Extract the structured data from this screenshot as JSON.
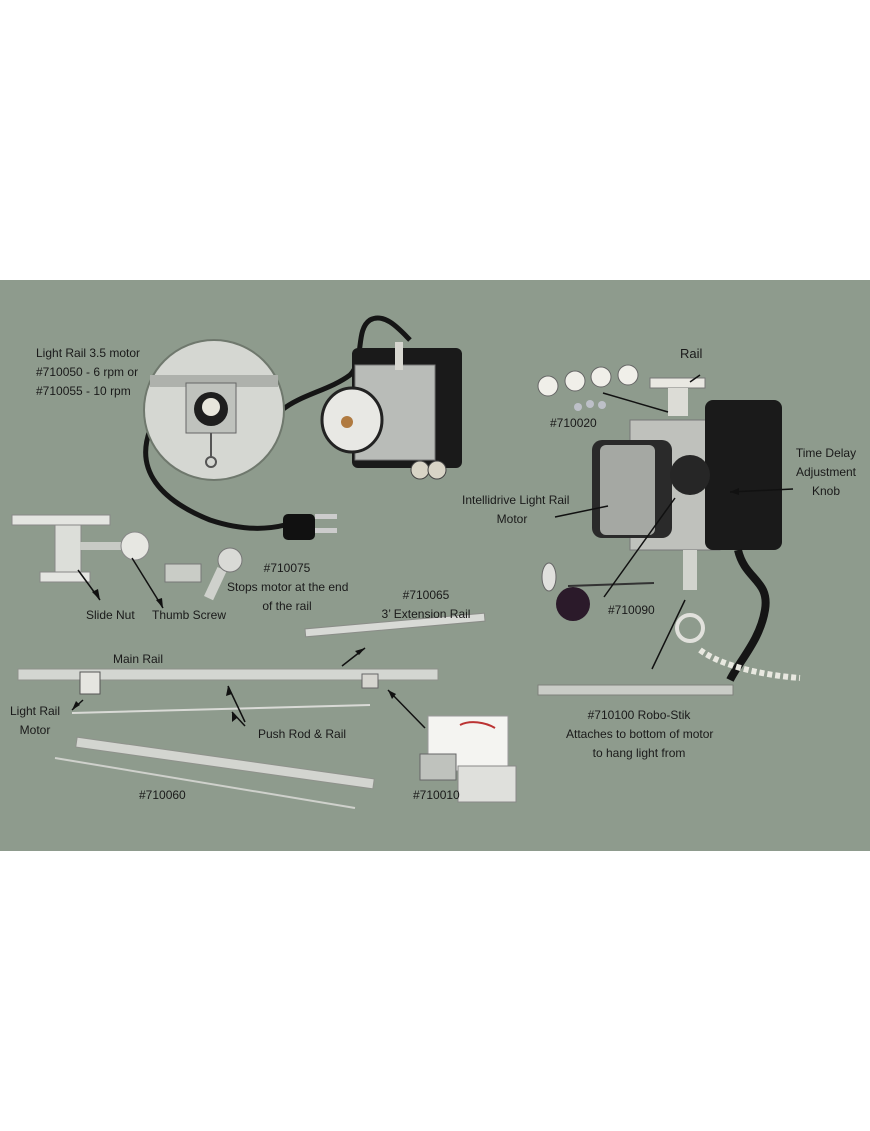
{
  "labels": {
    "light_rail_35_motor": "Light Rail 3.5 motor\n#710050 - 6 rpm or\n#710055 - 10 rpm",
    "rail": "Rail",
    "part_710020": "#710020",
    "time_delay_knob": "Time Delay\nAdjustment\nKnob",
    "intellidrive_motor": "Intellidrive Light Rail\nMotor",
    "slide_nut": "Slide Nut",
    "thumb_screw": "Thumb Screw",
    "part_710075": "#710075\nStops motor at the end\nof the rail",
    "part_710065": "#710065\n3’ Extension Rail",
    "part_710090": "#710090",
    "main_rail": "Main Rail",
    "light_rail_motor": "Light Rail\nMotor",
    "push_rod_rail": "Push Rod & Rail",
    "robo_stik": "#710100 Robo-Stik\nAttaches to bottom of motor\nto hang light from",
    "part_710010": "#710010",
    "part_710060": "#710060"
  },
  "colors": {
    "background": "#8e9b8d",
    "motor_body": "#1c1c1c",
    "metal": "#c9ccc8"
  }
}
